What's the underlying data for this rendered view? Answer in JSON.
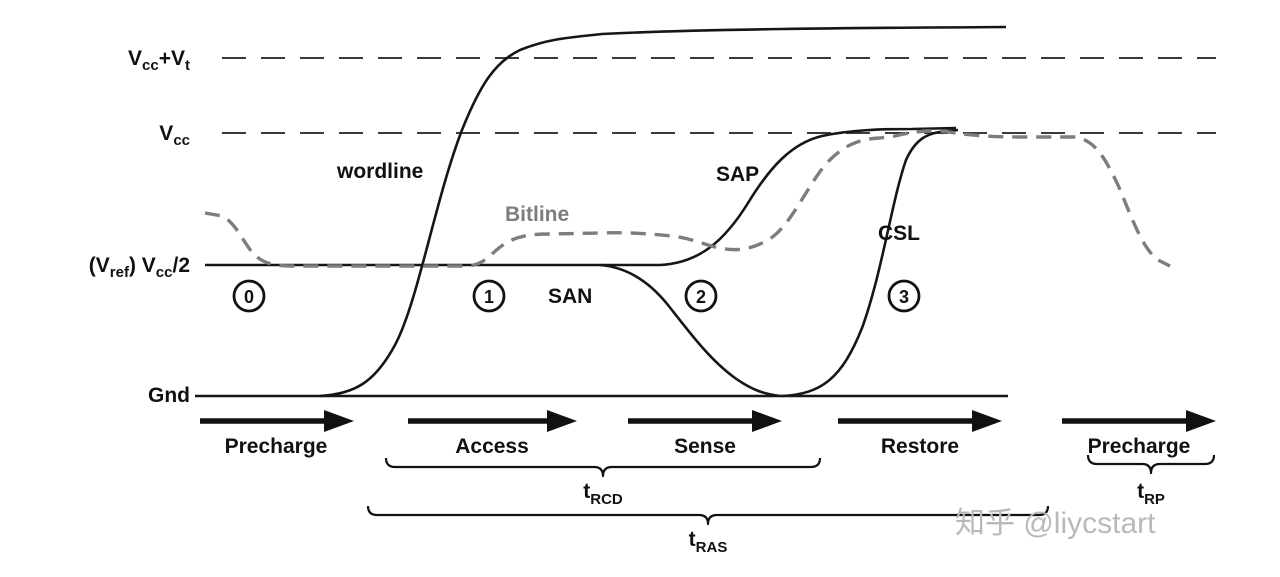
{
  "axis_labels": {
    "vcc_vt": {
      "v1": "V",
      "sub1": "cc",
      "v2": "+V",
      "sub2": "t"
    },
    "vcc": {
      "v": "V",
      "sub": "cc"
    },
    "vref": {
      "p1": "(V",
      "sub1": "ref",
      "p2": ") V",
      "sub2": "cc",
      "p3": "/2"
    },
    "gnd": "Gnd"
  },
  "signals": {
    "wordline": "wordline",
    "bitline": "Bitline",
    "san": "SAN",
    "sap": "SAP",
    "csl": "CSL"
  },
  "markers": [
    "0",
    "1",
    "2",
    "3"
  ],
  "phases": [
    "Precharge",
    "Access",
    "Sense",
    "Restore",
    "Precharge"
  ],
  "timings": {
    "t_rcd": {
      "base": "t",
      "sub": "RCD"
    },
    "t_ras": {
      "base": "t",
      "sub": "RAS"
    },
    "t_rp": {
      "base": "t",
      "sub": "RP"
    }
  },
  "watermark": "知乎 @liycstart",
  "colors": {
    "signal": "#161616",
    "bitline": "#7d7d7d",
    "watermark": "#b9b9b9"
  }
}
